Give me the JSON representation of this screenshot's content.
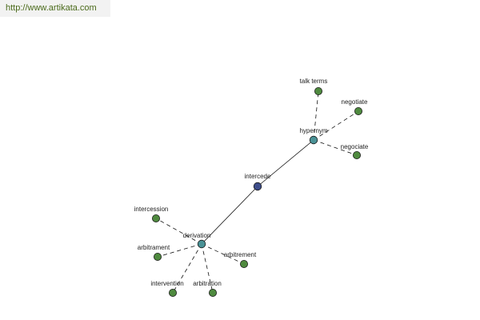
{
  "source_link": "http://www.artikata.com",
  "colors": {
    "center_node": "#3d4d8a",
    "relation_node": "#4a9296",
    "leaf_node": "#4f8a3f",
    "node_stroke": "#1a1a1a",
    "edge": "#111111",
    "link_bg": "#f2f2f2",
    "link_text": "#4a6a1a"
  },
  "nodes": [
    {
      "id": "intercede",
      "label": "intercede",
      "kind": "center"
    },
    {
      "id": "hypernym",
      "label": "hypernym",
      "kind": "relation"
    },
    {
      "id": "derivation",
      "label": "derivation",
      "kind": "relation"
    },
    {
      "id": "talk-terms",
      "label": "talk terms",
      "kind": "leaf"
    },
    {
      "id": "negotiate",
      "label": "negotiate",
      "kind": "leaf"
    },
    {
      "id": "negociate",
      "label": "negociate",
      "kind": "leaf"
    },
    {
      "id": "intercession",
      "label": "intercession",
      "kind": "leaf"
    },
    {
      "id": "arbitrament",
      "label": "arbitrament",
      "kind": "leaf"
    },
    {
      "id": "arbitrement",
      "label": "arbitrement",
      "kind": "leaf"
    },
    {
      "id": "intervention",
      "label": "intervention",
      "kind": "leaf"
    },
    {
      "id": "arbitration",
      "label": "arbitration",
      "kind": "leaf"
    }
  ],
  "edges": [
    {
      "from": "intercede",
      "to": "hypernym",
      "style": "solid"
    },
    {
      "from": "intercede",
      "to": "derivation",
      "style": "solid"
    },
    {
      "from": "hypernym",
      "to": "talk-terms",
      "style": "dashed"
    },
    {
      "from": "hypernym",
      "to": "negotiate",
      "style": "dashed"
    },
    {
      "from": "hypernym",
      "to": "negociate",
      "style": "dashed"
    },
    {
      "from": "derivation",
      "to": "intercession",
      "style": "dashed"
    },
    {
      "from": "derivation",
      "to": "arbitrament",
      "style": "dashed"
    },
    {
      "from": "derivation",
      "to": "arbitrement",
      "style": "dashed"
    },
    {
      "from": "derivation",
      "to": "intervention",
      "style": "dashed"
    },
    {
      "from": "derivation",
      "to": "arbitration",
      "style": "dashed"
    }
  ]
}
